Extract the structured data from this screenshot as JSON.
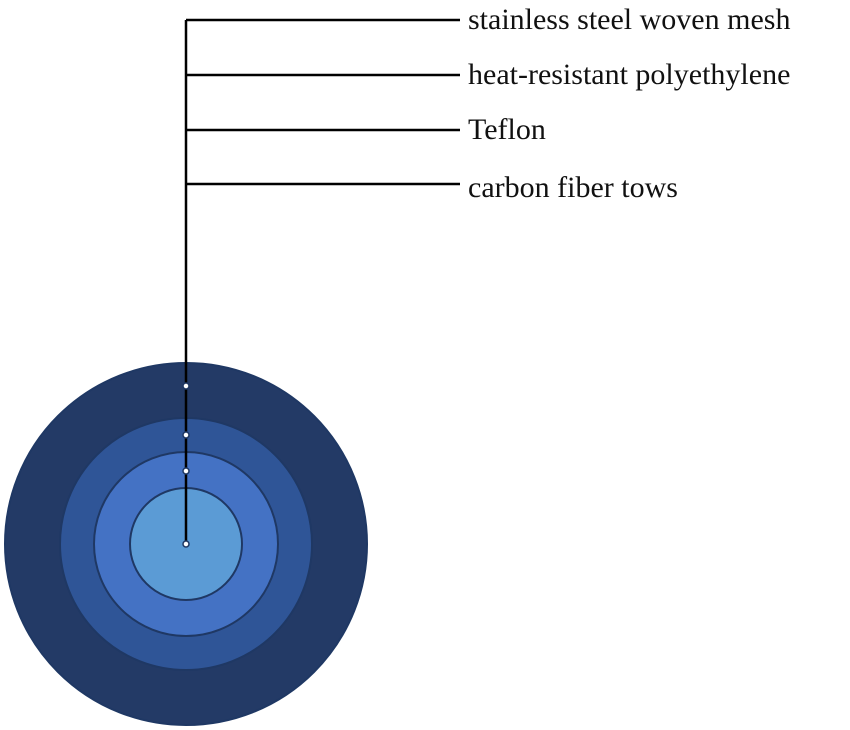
{
  "diagram": {
    "layers": [
      {
        "label": "stainless steel woven mesh",
        "color": "#233a66"
      },
      {
        "label": "heat-resistant polyethylene",
        "color": "#2f5597"
      },
      {
        "label": "Teflon",
        "color": "#4472c4"
      },
      {
        "label": "carbon fiber tows",
        "color": "#5b9bd5"
      }
    ],
    "line_color": "#000000",
    "outline_color": "#1f3864",
    "marker_color": "#ffffff"
  }
}
